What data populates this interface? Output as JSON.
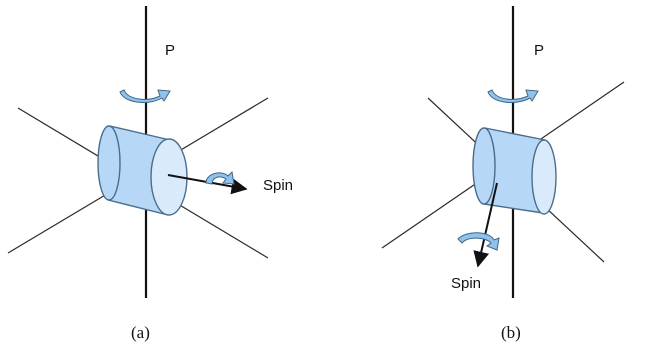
{
  "panels": [
    {
      "caption": "(a)",
      "axis_label": "P",
      "spin_label": "Spin"
    },
    {
      "caption": "(b)",
      "axis_label": "P",
      "spin_label": "Spin"
    }
  ],
  "colors": {
    "cylinder_fill": "#b7d7f7",
    "cylinder_stroke": "#4a6d8c",
    "cylinder_cap": "#d9ebfb",
    "rotation_arrow": "#8fc3ef",
    "rotation_arrow_stroke": "#3f6684",
    "line": "#2a2a2a"
  },
  "icons": {
    "axis_rotation": "circular-rotation-arrow-icon",
    "spin_rotation": "circular-rotation-arrow-icon",
    "spin_direction": "arrow-icon"
  }
}
